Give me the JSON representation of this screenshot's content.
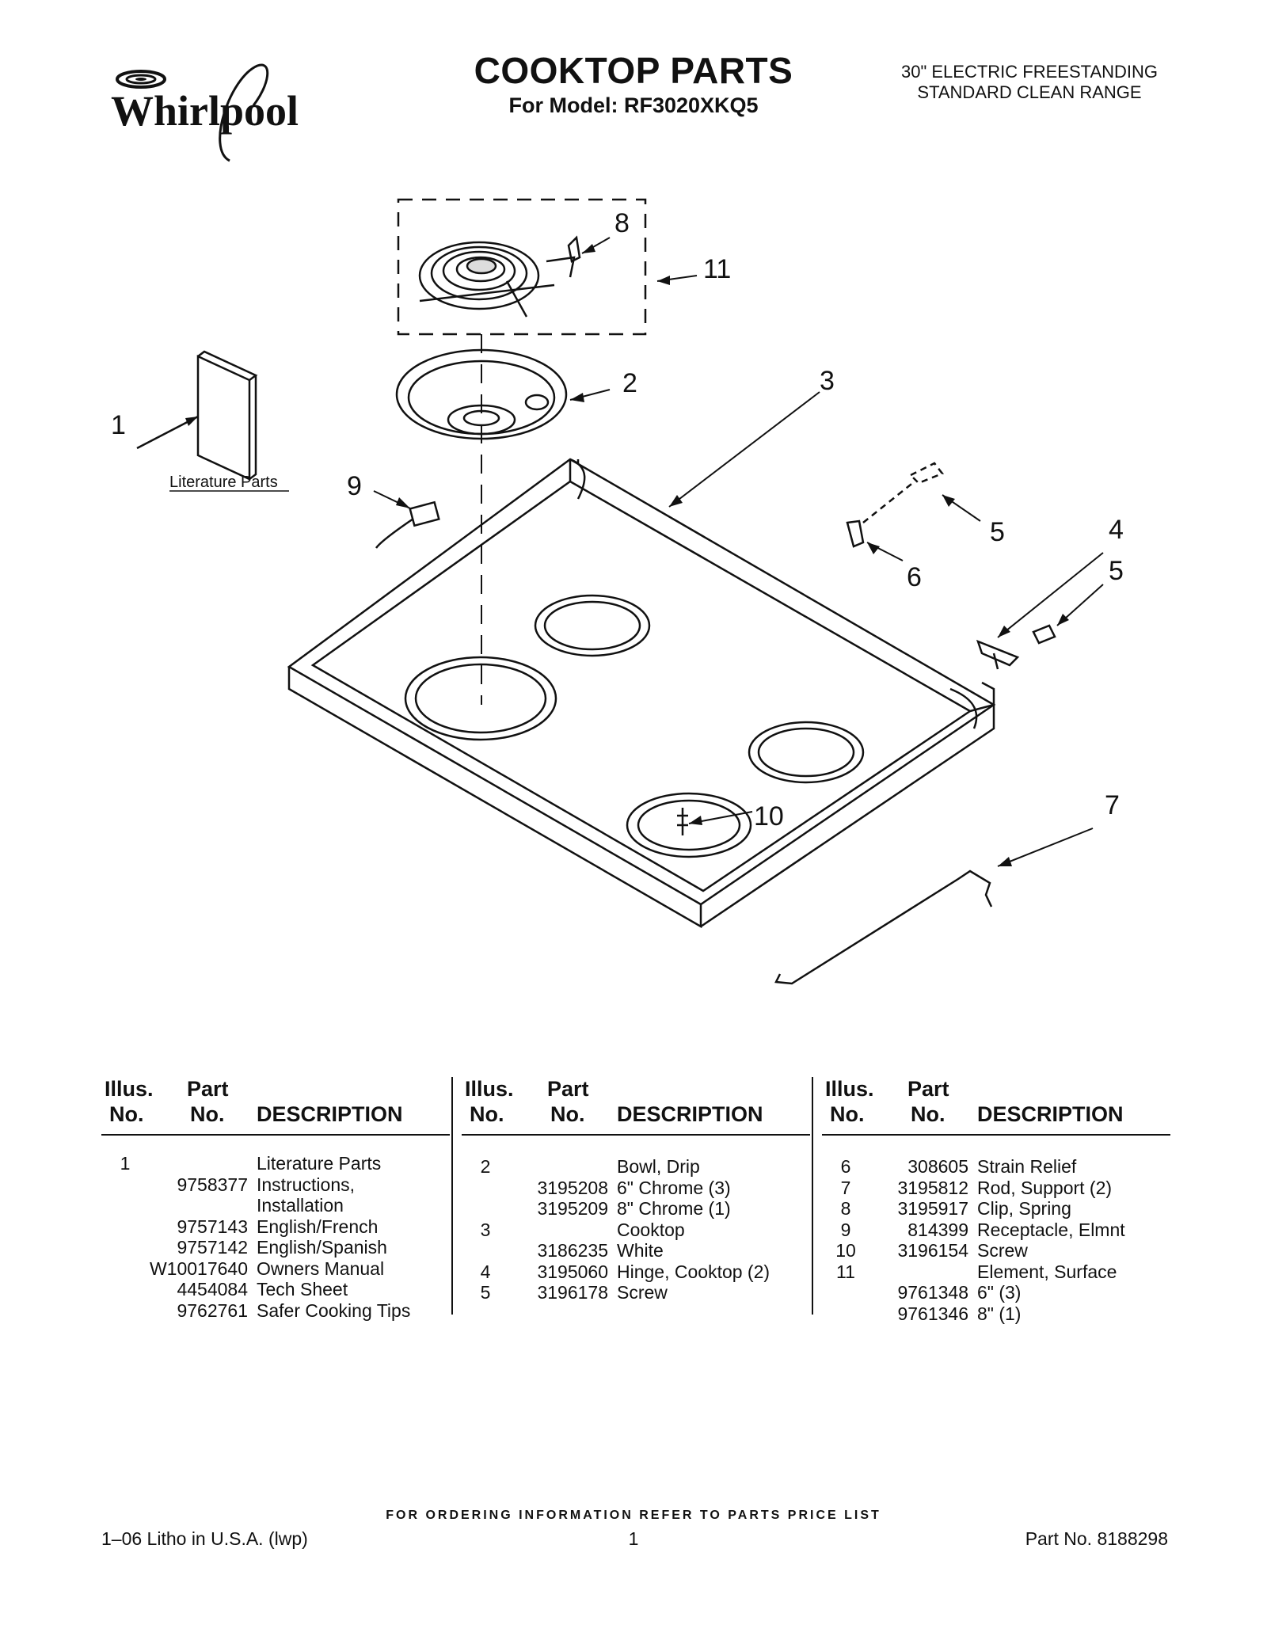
{
  "header": {
    "brand": "Whirlpool",
    "title": "COOKTOP PARTS",
    "subtitle": "For Model: RF3020XKQ5",
    "range_line1": "30\" ELECTRIC FREESTANDING",
    "range_line2": "STANDARD CLEAN RANGE"
  },
  "diagram": {
    "callouts": [
      "1",
      "2",
      "3",
      "4",
      "5",
      "5",
      "6",
      "7",
      "8",
      "9",
      "10",
      "11"
    ],
    "literature_label": "Literature Parts"
  },
  "table": {
    "headers": {
      "illus1": "Illus.",
      "illus2": "No.",
      "part1": "Part",
      "part2": "No.",
      "desc": "DESCRIPTION"
    },
    "columns": [
      [
        {
          "illus": "1",
          "part": "",
          "desc": "Literature Parts"
        },
        {
          "illus": "",
          "part": "9758377",
          "desc": "Instructions,"
        },
        {
          "illus": "",
          "part": "",
          "desc": "Installation"
        },
        {
          "illus": "",
          "part": "9757143",
          "desc": "English/French"
        },
        {
          "illus": "",
          "part": "9757142",
          "desc": "English/Spanish"
        },
        {
          "illus": "",
          "part": "W10017640",
          "desc": "Owners Manual"
        },
        {
          "illus": "",
          "part": "4454084",
          "desc": "Tech Sheet"
        },
        {
          "illus": "",
          "part": "9762761",
          "desc": "Safer Cooking Tips"
        }
      ],
      [
        {
          "illus": "2",
          "part": "",
          "desc": "Bowl, Drip"
        },
        {
          "illus": "",
          "part": "3195208",
          "desc": "6\" Chrome (3)"
        },
        {
          "illus": "",
          "part": "3195209",
          "desc": "8\" Chrome (1)"
        },
        {
          "illus": "3",
          "part": "",
          "desc": "Cooktop"
        },
        {
          "illus": "",
          "part": "3186235",
          "desc": "White"
        },
        {
          "illus": "4",
          "part": "3195060",
          "desc": "Hinge, Cooktop (2)"
        },
        {
          "illus": "5",
          "part": "3196178",
          "desc": "Screw"
        }
      ],
      [
        {
          "illus": "6",
          "part": "308605",
          "desc": "Strain Relief"
        },
        {
          "illus": "7",
          "part": "3195812",
          "desc": "Rod, Support (2)"
        },
        {
          "illus": "8",
          "part": "3195917",
          "desc": "Clip, Spring"
        },
        {
          "illus": "9",
          "part": "814399",
          "desc": "Receptacle, Elmnt"
        },
        {
          "illus": "10",
          "part": "3196154",
          "desc": "Screw"
        },
        {
          "illus": "11",
          "part": "",
          "desc": "Element, Surface"
        },
        {
          "illus": "",
          "part": "9761348",
          "desc": "6\" (3)"
        },
        {
          "illus": "",
          "part": "9761346",
          "desc": "8\" (1)"
        }
      ]
    ]
  },
  "footer": {
    "order_note": "FOR ORDERING INFORMATION REFER TO PARTS PRICE LIST",
    "litho": "1–06 Litho in U.S.A. (lwp)",
    "page": "1",
    "part_no": "Part No. 8188298"
  }
}
